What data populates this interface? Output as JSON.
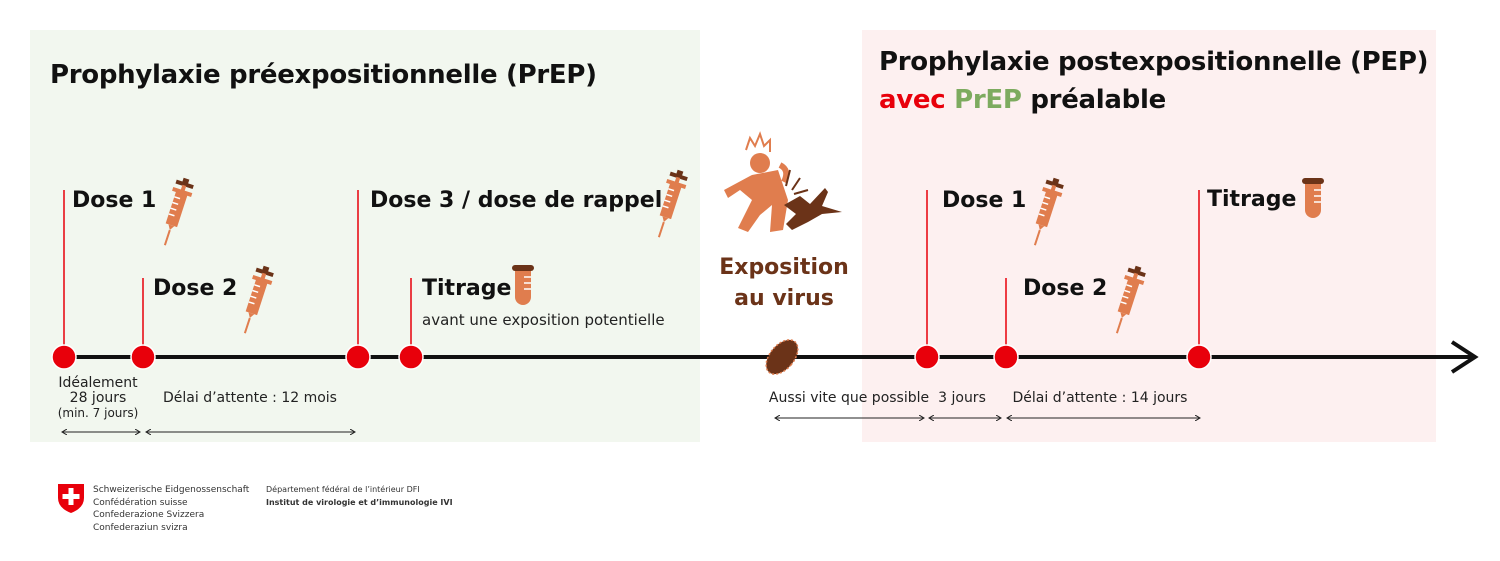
{
  "colors": {
    "prep_bg": "#f2f7ef",
    "pep_bg": "#fdf0f0",
    "red": "#e8000b",
    "accent_orange": "#e07d4e",
    "brown": "#6b3318",
    "prep_green": "#7dab5f"
  },
  "prep": {
    "title": "Prophylaxie préexpositionnelle (PrEP)",
    "events": [
      {
        "label": "Dose 1",
        "icon": "syringe-icon"
      },
      {
        "label": "Dose 2",
        "icon": "syringe-icon"
      },
      {
        "label": "Dose 3 / dose de rappel",
        "icon": "syringe-icon"
      },
      {
        "label": "Titrage",
        "icon": "test-tube-icon",
        "sub": "avant une exposition potentielle"
      }
    ],
    "intervals": [
      {
        "lines": [
          "Idéalement",
          "28 jours",
          "(min. 7 jours)"
        ]
      },
      {
        "label": "Délai d’attente : 12 mois"
      }
    ]
  },
  "exposure": {
    "line1": "Exposition",
    "line2": "au virus",
    "icon": "dog-bite-icon",
    "virus_icon": "virus-icon"
  },
  "pep": {
    "title_line1": "Prophylaxie postexpositionnelle (PEP)",
    "title_avec": "avec",
    "title_prep": "PrEP",
    "title_prealable": "préalable",
    "events": [
      {
        "label": "Dose 1",
        "icon": "syringe-icon"
      },
      {
        "label": "Dose 2",
        "icon": "syringe-icon"
      },
      {
        "label": "Titrage",
        "icon": "test-tube-icon"
      }
    ],
    "intervals": [
      {
        "label": "Aussi vite que possible"
      },
      {
        "label": "3 jours"
      },
      {
        "label": "Délai d’attente : 14 jours"
      }
    ]
  },
  "footer": {
    "confed": [
      "Schweizerische Eidgenossenschaft",
      "Confédération suisse",
      "Confederazione Svizzera",
      "Confederaziun svizra"
    ],
    "dept": "Département fédéral de l’intérieur DFI",
    "institute": "Institut de virologie et d’immunologie IVI"
  }
}
